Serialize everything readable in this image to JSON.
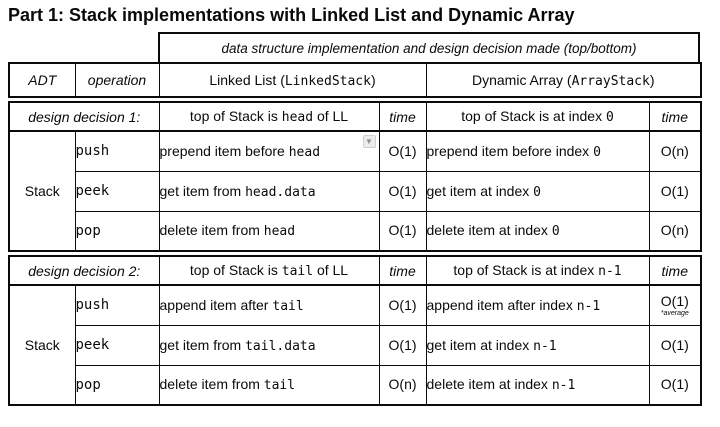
{
  "title": "Part 1: Stack implementations with Linked List and Dynamic Array",
  "banner": "data structure implementation and design decision made (top/bottom)",
  "columns": {
    "adt": "ADT",
    "operation": "operation",
    "linked_list": [
      [
        "Linked List ("
      ],
      [
        "LinkedStack",
        "mono"
      ],
      [
        ")"
      ]
    ],
    "dynamic_array": [
      [
        "Dynamic Array ("
      ],
      [
        "ArrayStack",
        "mono"
      ],
      [
        ")"
      ]
    ]
  },
  "sections": [
    {
      "decision_label": "design decision 1:",
      "ll_decision": [
        [
          "top of Stack is "
        ],
        [
          "head",
          "mono"
        ],
        [
          " of LL"
        ]
      ],
      "ll_time_header": "time",
      "da_decision": [
        [
          "top of Stack is at index "
        ],
        [
          "0",
          "mono"
        ]
      ],
      "da_time_header": "time",
      "adt_label": "Stack",
      "rows": [
        {
          "op": "push",
          "ll": [
            [
              "prepend item before "
            ],
            [
              "head",
              "mono"
            ]
          ],
          "ll_time": "O(1)",
          "da": [
            [
              "prepend item before index "
            ],
            [
              "0",
              "mono"
            ]
          ],
          "da_time": "O(n)",
          "has_dropdown": true
        },
        {
          "op": "peek",
          "ll": [
            [
              "get item from "
            ],
            [
              "head.data",
              "mono"
            ]
          ],
          "ll_time": "O(1)",
          "da": [
            [
              "get item at index "
            ],
            [
              "0",
              "mono"
            ]
          ],
          "da_time": "O(1)"
        },
        {
          "op": "pop",
          "ll": [
            [
              "delete item from "
            ],
            [
              "head",
              "mono"
            ]
          ],
          "ll_time": "O(1)",
          "da": [
            [
              "delete item at index "
            ],
            [
              "0",
              "mono"
            ]
          ],
          "da_time": "O(n)"
        }
      ]
    },
    {
      "decision_label": "design decision 2:",
      "ll_decision": [
        [
          "top of Stack is "
        ],
        [
          "tail",
          "mono"
        ],
        [
          " of LL"
        ]
      ],
      "ll_time_header": "time",
      "da_decision": [
        [
          "top of Stack is at index "
        ],
        [
          "n-1",
          "mono"
        ]
      ],
      "da_time_header": "time",
      "adt_label": "Stack",
      "rows": [
        {
          "op": "push",
          "ll": [
            [
              "append item after "
            ],
            [
              "tail",
              "mono"
            ]
          ],
          "ll_time": "O(1)",
          "da": [
            [
              "append item after index "
            ],
            [
              "n-1",
              "mono"
            ]
          ],
          "da_time": "O(1)",
          "da_time_note": "*average"
        },
        {
          "op": "peek",
          "ll": [
            [
              "get item from "
            ],
            [
              "tail.data",
              "mono"
            ]
          ],
          "ll_time": "O(1)",
          "da": [
            [
              "get item at index "
            ],
            [
              "n-1",
              "mono"
            ]
          ],
          "da_time": "O(1)"
        },
        {
          "op": "pop",
          "ll": [
            [
              "delete item from "
            ],
            [
              "tail",
              "mono"
            ]
          ],
          "ll_time": "O(n)",
          "da": [
            [
              "delete item at index "
            ],
            [
              "n-1",
              "mono"
            ]
          ],
          "da_time": "O(1)"
        }
      ]
    }
  ],
  "icons": {
    "dropdown_glyph": "▼"
  },
  "colors": {
    "border": "#0a0a0a",
    "background": "#ffffff",
    "dropdown_bg": "#ececec",
    "dropdown_border": "#cfcfcf",
    "dropdown_arrow": "#8f8f8f"
  }
}
